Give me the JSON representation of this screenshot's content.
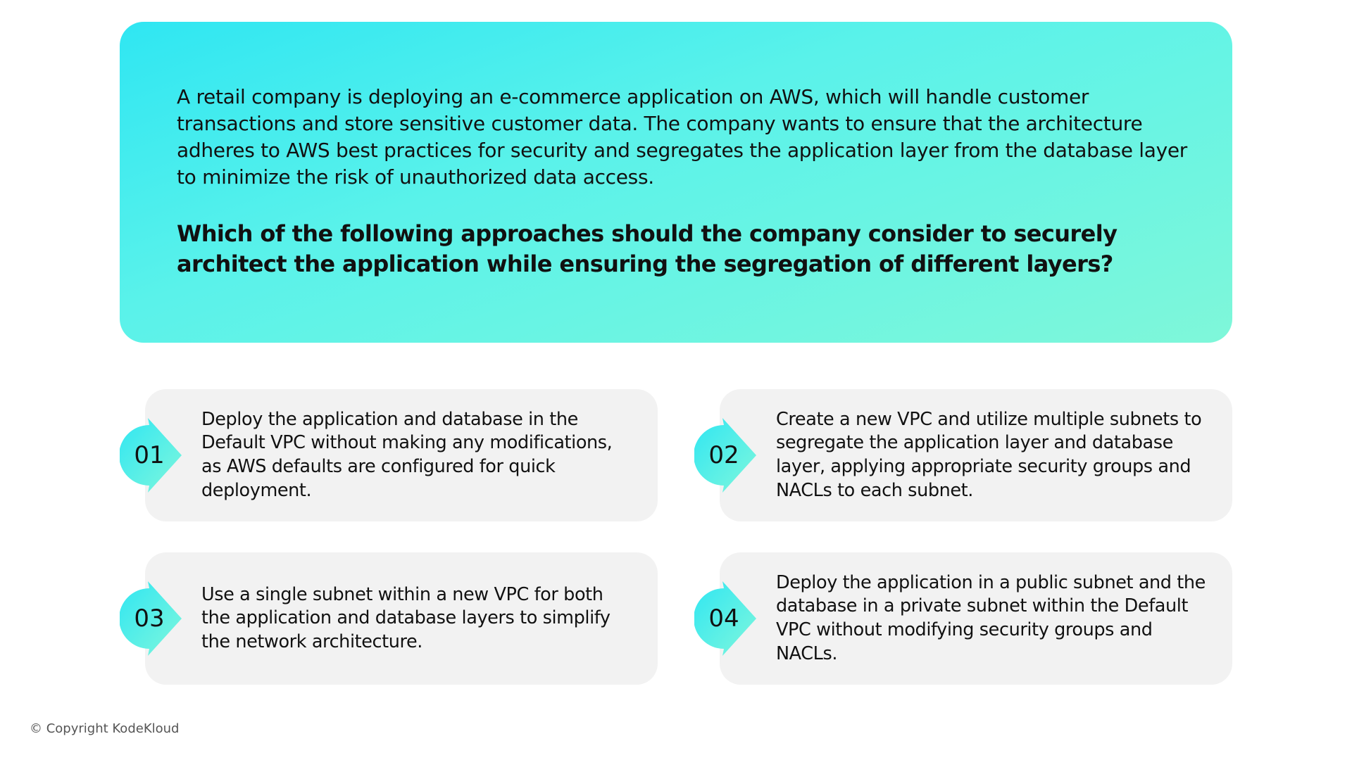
{
  "scenario": "A retail company is deploying an e-commerce application on AWS, which will handle customer transactions and store sensitive customer data. The company wants to ensure that the architecture adheres to AWS best practices for security and segregates the application layer from the database layer to minimize the risk of unauthorized data access.",
  "question": "Which of the following approaches should the company consider to securely architect the application while ensuring the segregation of different layers?",
  "options": [
    {
      "number": "01",
      "text": "Deploy the application and database in the Default VPC without making any modifications, as AWS defaults are configured for quick deployment."
    },
    {
      "number": "02",
      "text": "Create a new VPC and utilize multiple subnets to segregate the application layer and database layer, applying appropriate security groups and NACLs to each subnet."
    },
    {
      "number": "03",
      "text": "Use a single subnet within a new VPC for both the application and database layers to simplify the network architecture."
    },
    {
      "number": "04",
      "text": "Deploy the application in a public subnet and the database in a private subnet within the Default VPC without modifying security groups and NACLs."
    }
  ],
  "copyright": "© Copyright KodeKloud",
  "colors": {
    "accent_start": "#2fe6f2",
    "accent_end": "#7ff7d9",
    "card_bg": "#f2f2f2"
  }
}
